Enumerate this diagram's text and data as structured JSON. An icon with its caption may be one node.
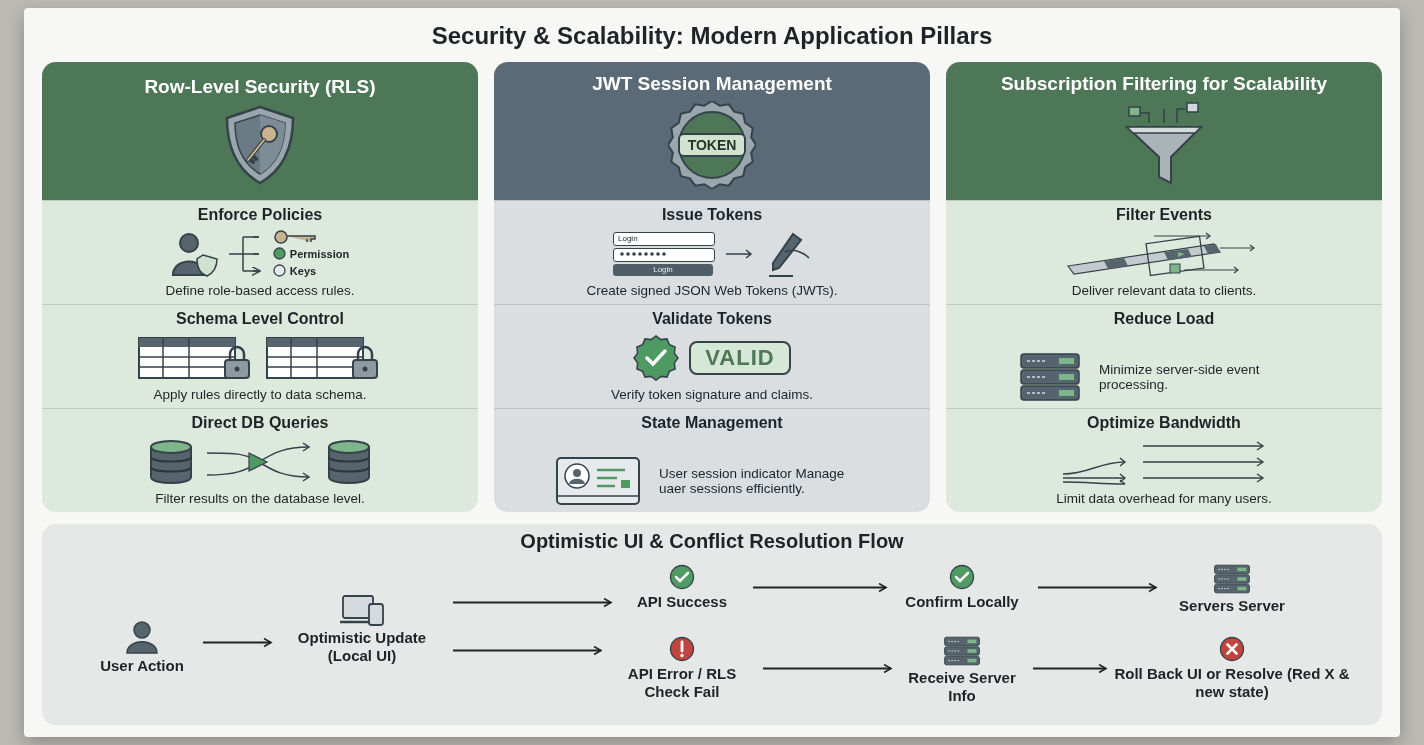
{
  "diagram": {
    "title": "Security & Scalability: Modern Application Pillars",
    "nodes": [
      {
        "text": [
          "Row-Level Security (RLS)"
        ]
      },
      {
        "text": [
          "Enforce Policies",
          "Define role-based access rules."
        ],
        "in": 0
      },
      {
        "text": [
          "Schema Level Control",
          "Apply rules directly to data schema."
        ],
        "in": 0
      },
      {
        "text": [
          "Direct DB Queries",
          "Filter results on the database level."
        ],
        "in": 0
      },
      {
        "text": [
          "JWT Session Management"
        ]
      },
      {
        "text": [
          "Issue Tokens",
          "Create signed JSON Web Tokens (JWTs)."
        ],
        "in": 4
      },
      {
        "text": [
          "Validate Tokens",
          "Verify token signature and claims."
        ],
        "in": 4
      },
      {
        "text": [
          "State Management",
          "User session indicator Manage uaer sessions efficiently."
        ],
        "in": 4
      },
      {
        "text": [
          "Subscription Filtering for Scalability"
        ]
      },
      {
        "text": [
          "Filter Events",
          "Deliver relevant data to clients."
        ],
        "in": 8
      },
      {
        "text": [
          "Reduce Load",
          "Minimize server-side event processing."
        ],
        "in": 8
      },
      {
        "text": [
          "Optimize Bandwidth",
          "Limit data overhead for many users."
        ],
        "in": 8
      },
      {
        "text": [
          "Optimistic UI & Conflict Resolution Flow"
        ]
      },
      {
        "text": [
          "User Action"
        ],
        "in": 12
      },
      {
        "text": [
          "Optimistic Update (Local UI)"
        ],
        "in": 12
      },
      {
        "text": [
          "API Success"
        ],
        "in": 12
      },
      {
        "text": [
          "API Error / RLS Check Fail"
        ],
        "in": 12
      },
      {
        "text": [
          "Confirm Locally"
        ],
        "in": 12
      },
      {
        "text": [
          "Servers Server"
        ],
        "in": 12
      },
      {
        "text": [
          "Receive Server Info"
        ],
        "in": 12
      },
      {
        "text": [
          "Roll Back UI or Resolve (Red X & new state)"
        ],
        "in": 12
      }
    ],
    "edges": [
      {
        "from": 13,
        "to": 14,
        "arrow": "to"
      },
      {
        "from": 14,
        "to": 15,
        "arrow": "to"
      },
      {
        "from": 14,
        "to": 16,
        "arrow": "to"
      },
      {
        "from": 15,
        "to": 17,
        "arrow": "to"
      },
      {
        "from": 17,
        "to": 18,
        "arrow": "to"
      },
      {
        "from": 16,
        "to": 19,
        "arrow": "to"
      },
      {
        "from": 19,
        "to": 20,
        "arrow": "to"
      }
    ],
    "labels": [
      "Permission",
      "Keys",
      "Login",
      "Login",
      "TOKEN",
      "VALID"
    ]
  }
}
